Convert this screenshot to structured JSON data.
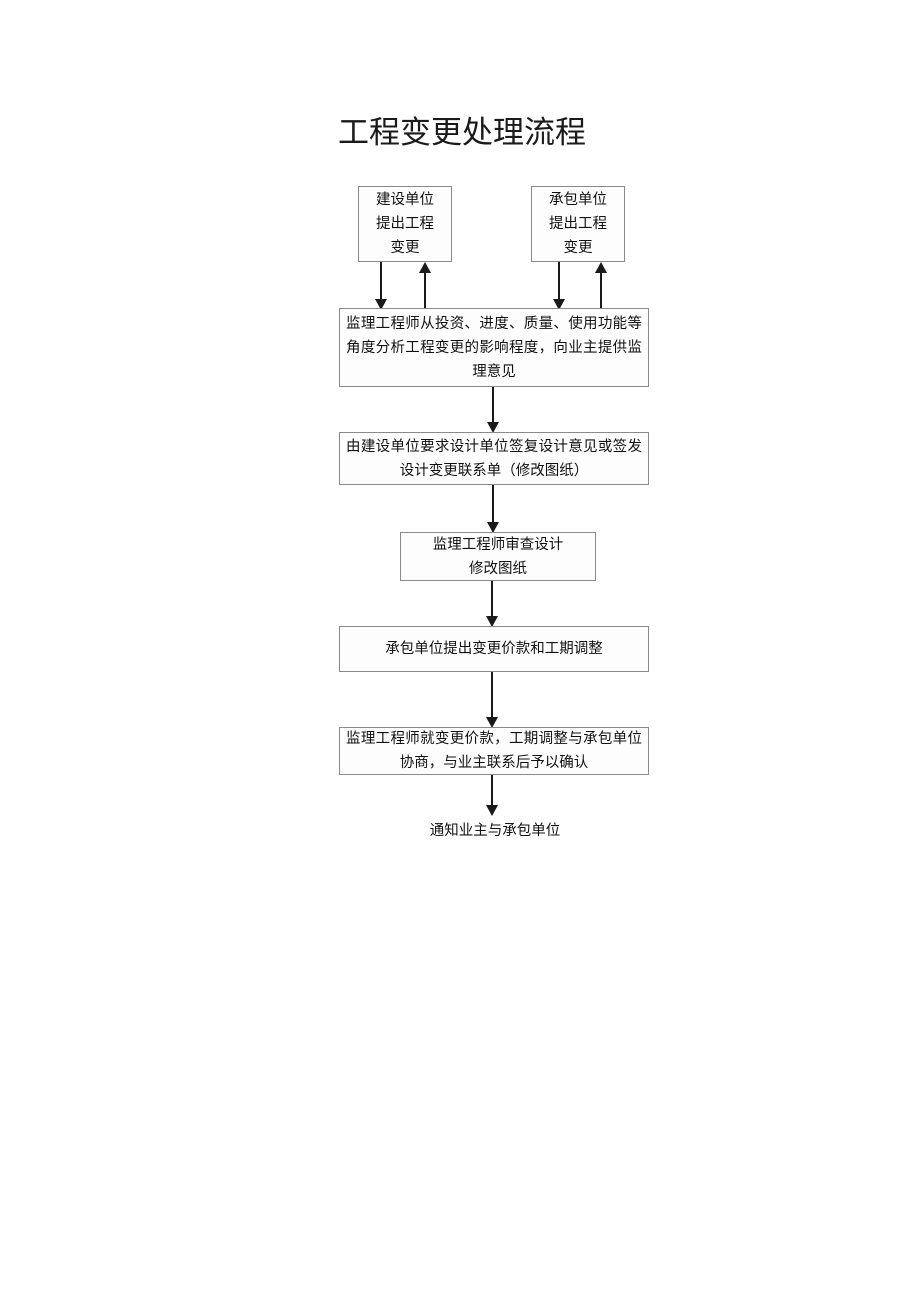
{
  "document": {
    "title": "工程变更处理流程"
  },
  "flowchart": {
    "type": "flowchart",
    "orientation": "top-to-bottom",
    "nodes": [
      {
        "id": "owner-request",
        "label": "建设单位\n提出工程\n变更",
        "shape": "rectangle"
      },
      {
        "id": "contractor-request",
        "label": "承包单位\n提出工程\n变更",
        "shape": "rectangle"
      },
      {
        "id": "supervisor-analysis",
        "label": "监理工程师从投资、进度、质量、使用功能等角度分析工程变更的影响程度，向业主提供监理意见",
        "shape": "rectangle"
      },
      {
        "id": "design-opinion",
        "label": "由建设单位要求设计单位签复设计意见或签发设计变更联系单（修改图纸）",
        "shape": "rectangle"
      },
      {
        "id": "review-drawings",
        "label": "监理工程师审查设计\n修改图纸",
        "shape": "rectangle"
      },
      {
        "id": "price-duration",
        "label": "承包单位提出变更价款和工期调整",
        "shape": "rectangle"
      },
      {
        "id": "confirm",
        "label": "监理工程师就变更价款，工期调整与承包单位协商，与业主联系后予以确认",
        "shape": "rectangle"
      },
      {
        "id": "notify",
        "label": "通知业主与承包单位",
        "shape": "none"
      }
    ],
    "edges": [
      {
        "from": "owner-request",
        "to": "supervisor-analysis",
        "direction": "down"
      },
      {
        "from": "supervisor-analysis",
        "to": "owner-request",
        "direction": "up"
      },
      {
        "from": "contractor-request",
        "to": "supervisor-analysis",
        "direction": "down"
      },
      {
        "from": "supervisor-analysis",
        "to": "contractor-request",
        "direction": "up"
      },
      {
        "from": "supervisor-analysis",
        "to": "design-opinion",
        "direction": "down"
      },
      {
        "from": "design-opinion",
        "to": "review-drawings",
        "direction": "down"
      },
      {
        "from": "review-drawings",
        "to": "price-duration",
        "direction": "down"
      },
      {
        "from": "price-duration",
        "to": "confirm",
        "direction": "down"
      },
      {
        "from": "confirm",
        "to": "notify",
        "direction": "down"
      }
    ],
    "style": {
      "border_color": "#8a8a8a",
      "fill_color": "#fdfdfd",
      "line_color": "#1a1a1a",
      "text_color": "#111111"
    }
  }
}
